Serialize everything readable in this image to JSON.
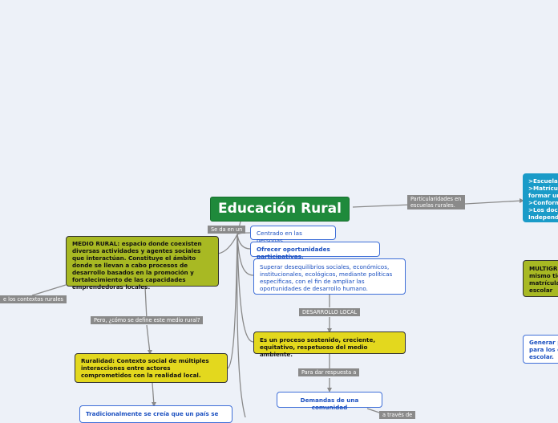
{
  "central": {
    "title": "Educación Rural"
  },
  "labels": {
    "particularidades": "Particularidades en escuelas rurales.",
    "se_da_en_un": "Se da en un",
    "contextos_rurales": "e los contextos rurales",
    "pero_como": "Pero, ¿cómo se define este medio rural?",
    "desarrollo_local": "DESARROLLO LOCAL",
    "para_dar_respuesta": "Para dar respuesta a",
    "a_traves_de": "a través de"
  },
  "nodes": {
    "medio_rural": "MEDIO RURAL: espacio donde coexisten diversas actividades y agentes sociales que interactúan. Constituye el ámbito donde se llevan a cabo procesos de desarrollo basados en la promoción y fortalecimiento de las capacidades emprendedoras locales.",
    "ruralidad": "Ruralidad: Contexto social de múltiples interacciones entre actores comprometidos con la realidad local.",
    "tradicionalmente": "Tradicionalmente se creía que un país se",
    "centrado": "Centrado en las personas.",
    "ofrecer": "Ofrecer oportunidades participativas.",
    "superar": "Superar desequilibrios sociales, económicos, institucionales, ecológicos, mediante políticas específicas, con el fin de ampliar las oportunidades de desarrollo humano.",
    "proceso": "Es un proceso sostenido, creciente, equitativo, respetuoso del medio ambiente.",
    "demandas": "Demandas de una comunidad",
    "escuelas_list": [
      ">Escuela",
      ">Matrícu",
      "formar ur",
      ">Conform",
      ">Los doc",
      "Independ"
    ],
    "multigrado": [
      "MULTIGR",
      "mismo tie",
      "matrícula",
      "escolar"
    ],
    "generar": [
      "Generar p",
      "para los c",
      "escolar."
    ]
  },
  "colors": {
    "background": "#edf1f8",
    "central": "#1f8a3b",
    "olive": "#a8b923",
    "yellow": "#e3d81e",
    "teal": "#1a9bc8",
    "connector": "#8a8a8a",
    "link_text": "#1a4fc0"
  }
}
